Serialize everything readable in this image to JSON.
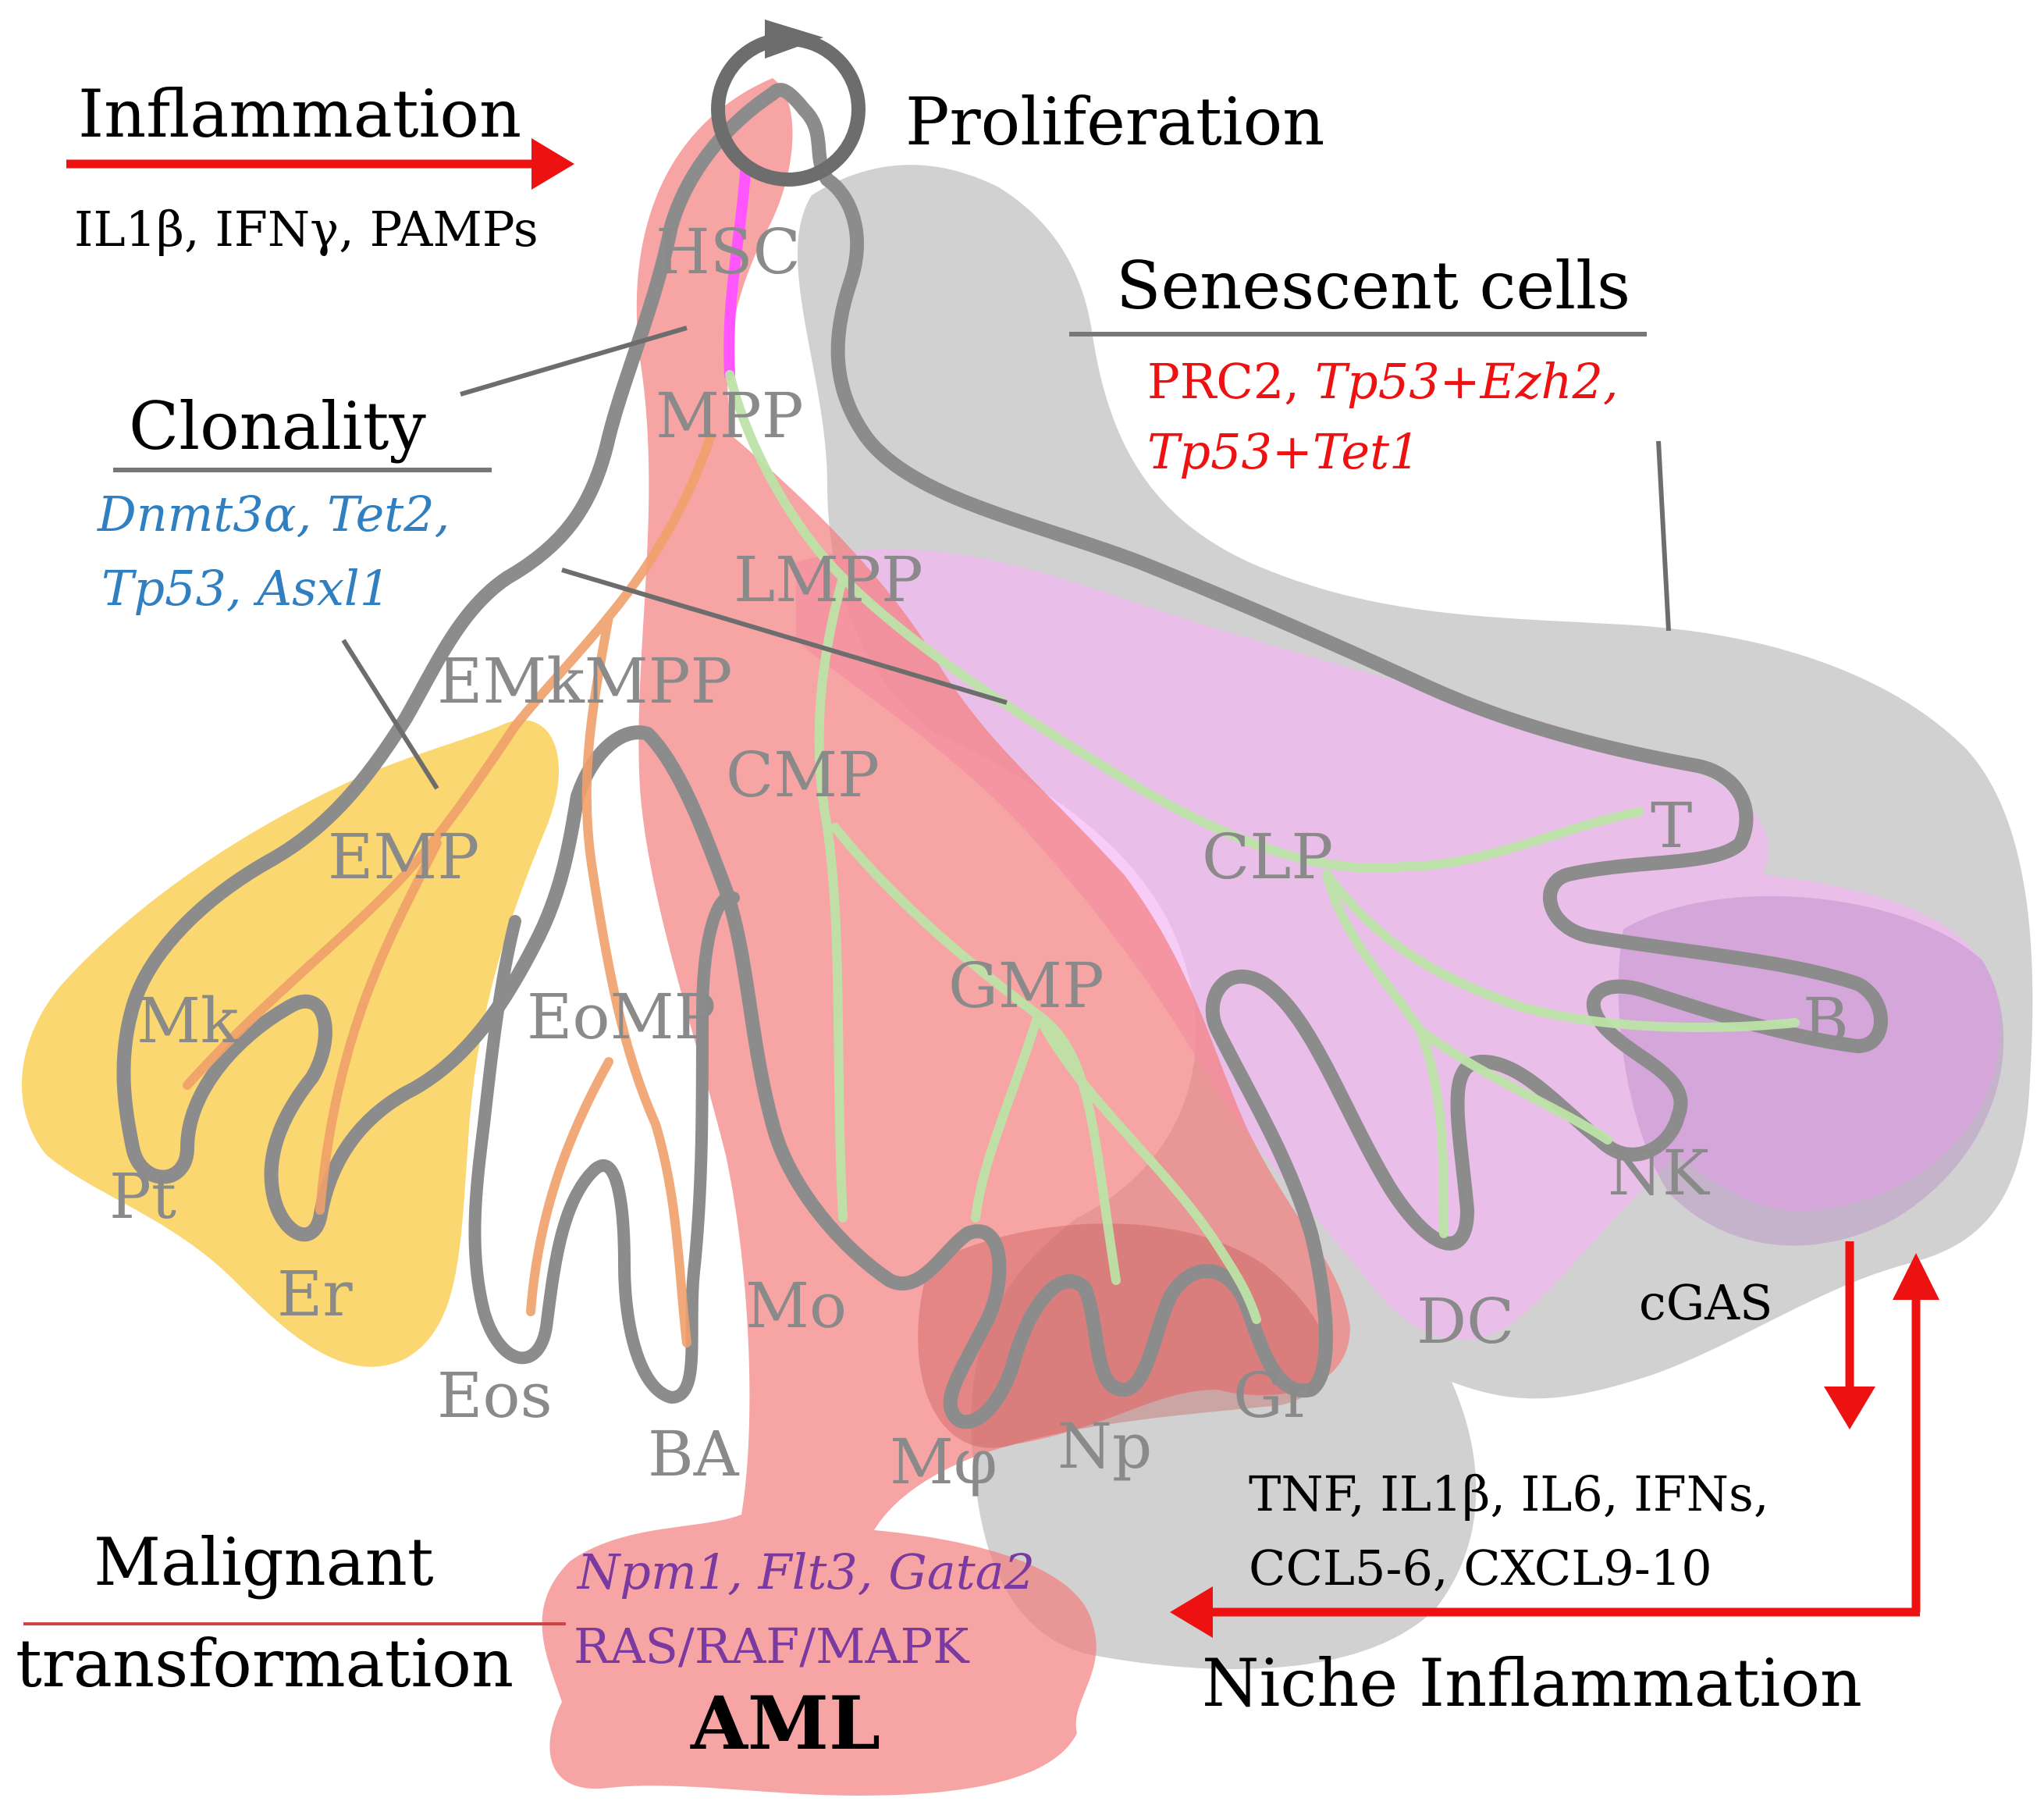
{
  "colors": {
    "inflammation_arrow": "#ee1111",
    "lineage_outline": "#8c8c8c",
    "cell_label": "#8a8a8a",
    "senescent_text": "#ee1111",
    "clonality_text": "#2f7fc1",
    "malignant_text": "#7a3aa0",
    "erythroid_region": "#f8c940",
    "myeloid_region": "#f37e7e",
    "lymphoid_region": "#f3b0f0",
    "senescent_region": "#c8c8c8",
    "lymphoid_path": "#bde3a8",
    "erythroid_path": "#efa06a",
    "hsc_path": "#ff55ff"
  },
  "top": {
    "inflammation": "Inflammation",
    "inflammation_factors": "IL1β, IFNγ, PAMPs",
    "proliferation": "Proliferation"
  },
  "senescent": {
    "title": "Senescent cells",
    "line1_a": "PRC2, ",
    "line1_b": "Tp53+Ezh2,",
    "line2": "Tp53+Tet1"
  },
  "clonality": {
    "title": "Clonality",
    "line1": "Dnmt3α, Tet2,",
    "line2": "Tp53, Asxl1"
  },
  "cells": {
    "hsc": "HSC",
    "mpp": "MPP",
    "lmpp": "LMPP",
    "emkmpp": "EMkMPP",
    "cmp": "CMP",
    "emp": "EMP",
    "clp": "CLP",
    "t": "T",
    "gmp": "GMP",
    "mk": "Mk",
    "eomp": "EoMP",
    "b": "B",
    "pt": "Pt",
    "nk": "NK",
    "er": "Er",
    "mo": "Mo",
    "dc": "DC",
    "eos": "Eos",
    "gr": "Gr",
    "ba": "BA",
    "mphi": "Mφ",
    "np": "Np"
  },
  "niche": {
    "cgas": "cGAS",
    "cytokines_line1": "TNF, IL1β, IL6, IFNs,",
    "cytokines_line2": "CCL5-6, CXCL9-10",
    "title": "Niche Inflammation"
  },
  "malignant": {
    "title_line1": "Malignant",
    "title_line2": "transformation",
    "genes": "Npm1, Flt3, Gata2",
    "pathway": "RAS/RAF/MAPK",
    "aml": "AML"
  }
}
